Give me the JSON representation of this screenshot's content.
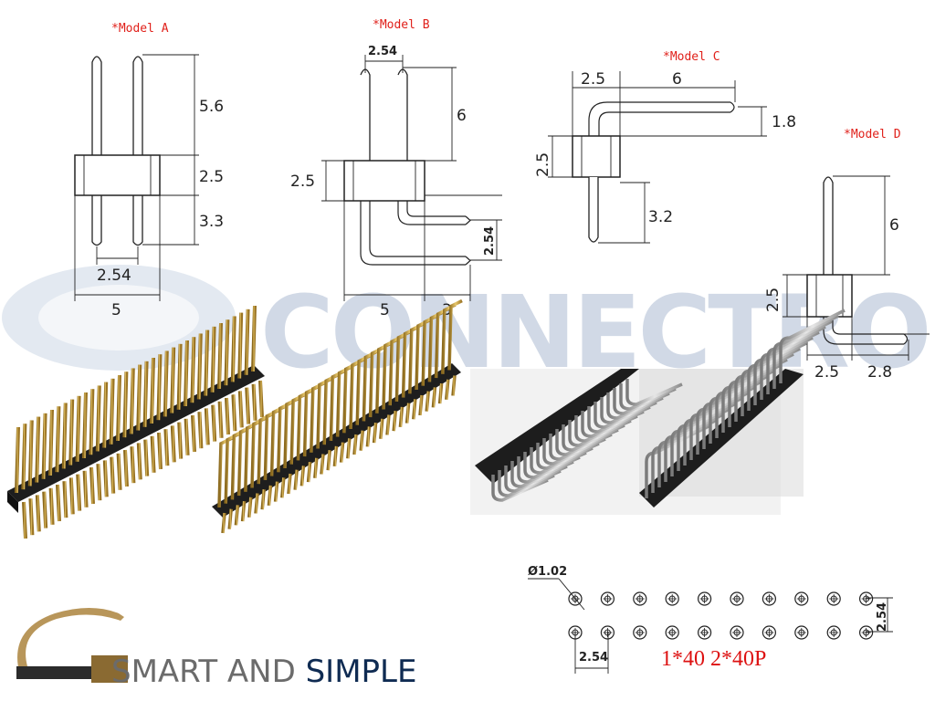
{
  "watermark": {
    "text": "CONNECTRONICS"
  },
  "models": {
    "a": {
      "title": "*Model A",
      "dims": {
        "top": "5.6",
        "mid": "2.5",
        "bottom": "3.3",
        "pitch": "2.54",
        "width": "5"
      }
    },
    "b": {
      "title": "*Model B",
      "dims": {
        "pitch": "2.54",
        "top": "6",
        "mid": "2.5",
        "side_pitch": "2.54",
        "width": "5",
        "tail": "3"
      }
    },
    "c": {
      "title": "*Model C",
      "dims": {
        "offset": "2.5",
        "length": "6",
        "height": "1.8",
        "body": "2.5",
        "bottom": "3.2"
      }
    },
    "d": {
      "title": "*Model D",
      "dims": {
        "top": "6",
        "body": "2.5",
        "offset": "2.5",
        "tail": "2.8"
      }
    }
  },
  "footprint": {
    "hole": "Ø1.02",
    "pitch_x": "2.54",
    "pitch_y": "2.54",
    "variants": "1*40  2*40P"
  },
  "logo": {
    "part1": "SMART AND ",
    "part2": "SIMPLE"
  },
  "colors": {
    "model_label": "#e0201a",
    "logo_dark": "#0f2b52",
    "pin_gold": "#c9a13b",
    "plastic": "#1e1e1e"
  }
}
